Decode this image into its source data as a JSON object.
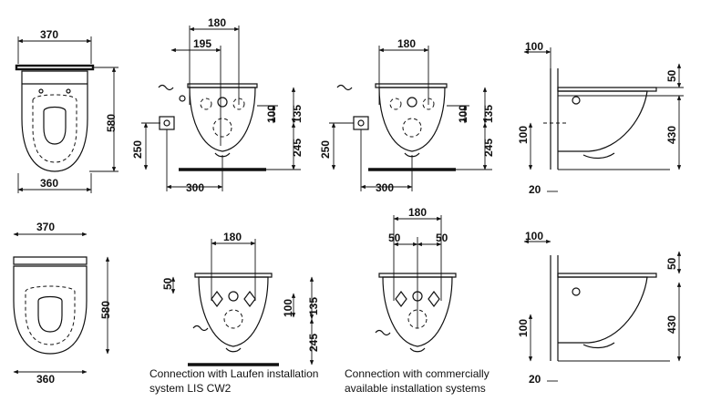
{
  "top_row": {
    "front": {
      "width_top": "370",
      "width_bottom": "360",
      "depth": "580"
    },
    "laufen_side": {
      "a": "180",
      "b": "195",
      "h1": "100",
      "h2": "135",
      "h3": "245",
      "h4": "250",
      "w": "300"
    },
    "commercial_side": {
      "a": "180",
      "h1": "100",
      "h2": "135",
      "h3": "245",
      "h4": "250",
      "w": "300"
    },
    "profile": {
      "top": "100",
      "h50": "50",
      "h430": "430",
      "h100": "100",
      "b20": "20"
    }
  },
  "bottom_row": {
    "front": {
      "width_top": "370",
      "width_bottom": "360",
      "depth": "580"
    },
    "laufen_side": {
      "a": "180",
      "h50": "50",
      "h1": "100",
      "h2": "135",
      "h3": "245"
    },
    "commercial_side": {
      "a": "180",
      "l50": "50",
      "r50": "50"
    },
    "profile": {
      "top": "100",
      "h50": "50",
      "h430": "430",
      "h100": "100",
      "b20": "20"
    }
  },
  "captions": {
    "laufen_line1": "Connection with Laufen installation",
    "laufen_line2": "system LIS CW2",
    "commercial_line1": "Connection with commercially",
    "commercial_line2": "available installation systems"
  }
}
